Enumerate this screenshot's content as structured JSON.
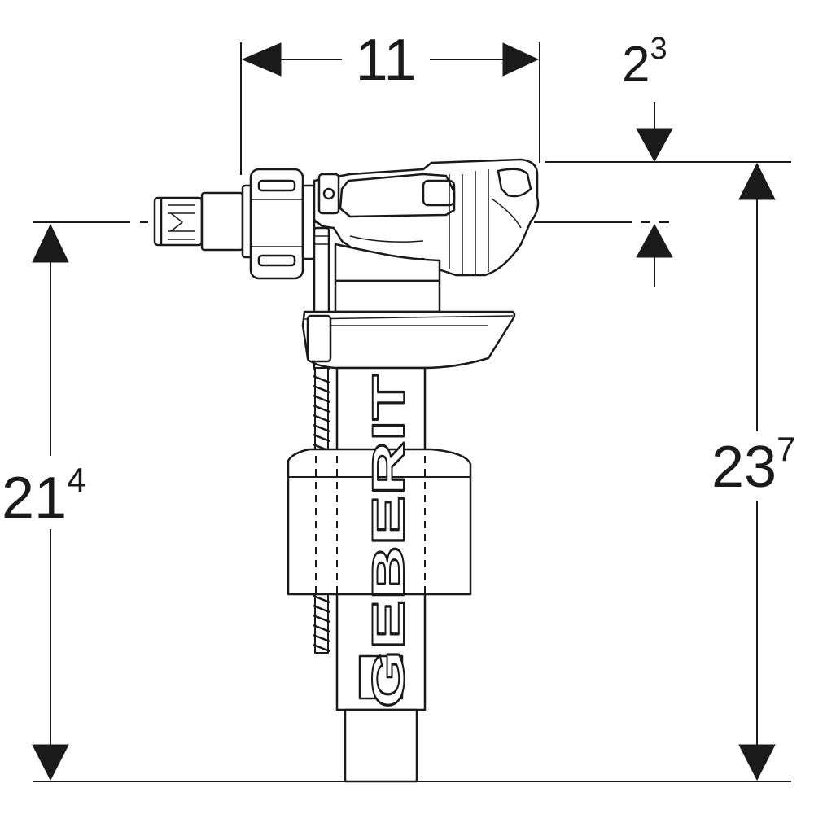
{
  "dimensions": {
    "top_width": {
      "main": "11",
      "sup": ""
    },
    "top_offset": {
      "main": "2",
      "sup": "3"
    },
    "left_height": {
      "main": "21",
      "sup": "4"
    },
    "right_height": {
      "main": "23",
      "sup": "7"
    }
  },
  "brand": {
    "logo_text": "GEBERIT"
  },
  "colors": {
    "line": "#1a1a1a",
    "background": "#ffffff"
  }
}
